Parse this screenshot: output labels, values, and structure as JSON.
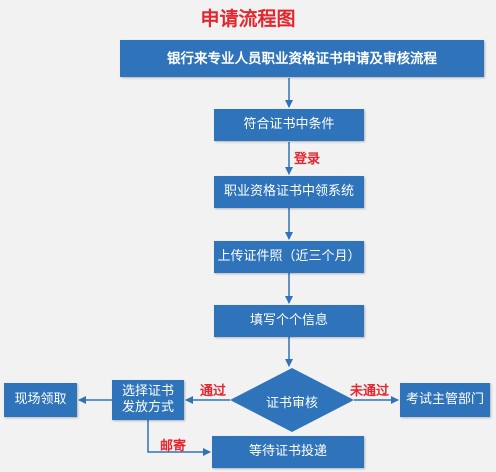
{
  "title": "申请流程图",
  "nodes": {
    "main": "银行来专业人员职业资格证书申请及审核流程",
    "conditions": "符合证书中条件",
    "system": "职业资格证书中领系统",
    "upload": "上传证件照（近三个月）",
    "fill_info": "填写个个信息",
    "review": "证书审核",
    "choose_method": "选择证书\n发放方式",
    "onsite": "现场领取",
    "exam_dept": "考试主管部门",
    "wait_mail": "等待证书投递"
  },
  "edge_labels": {
    "login": "登录",
    "pass": "通过",
    "fail": "未通过",
    "mail": "邮寄"
  },
  "colors": {
    "box": "#2f73ba",
    "arrow": "#2f73ba",
    "accent": "#e5262f",
    "background": "#f2f2f2"
  }
}
